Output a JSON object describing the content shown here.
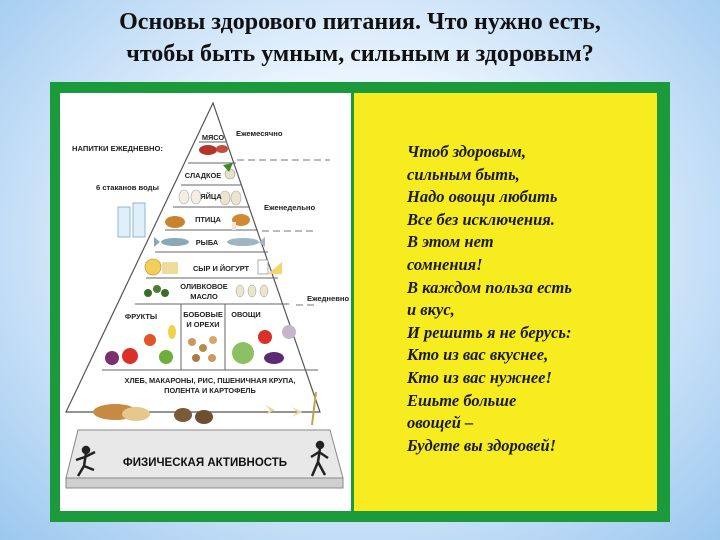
{
  "title": {
    "line1": "Основы здорового питания.  Что нужно есть,",
    "line2": "чтобы быть умным, сильным и здоровым?"
  },
  "pyramid": {
    "drinks_label": "НАПИТКИ ЕЖЕДНЕВНО:",
    "water_label": "6 стаканов воды",
    "freq_monthly": "Ежемесячно",
    "freq_weekly": "Еженедельно",
    "freq_daily": "Ежедневно",
    "tiers": {
      "meat": "МЯСО",
      "sweets": "СЛАДКОЕ",
      "eggs": "ЯЙЦА",
      "poultry": "ПТИЦА",
      "fish": "РЫБА",
      "cheese": "СЫР И ЙОГУРТ",
      "oil_line1": "ОЛИВКОВОЕ",
      "oil_line2": "МАСЛО",
      "fruits": "ФРУКТЫ",
      "legumes_line1": "БОБОВЫЕ",
      "legumes_line2": "И ОРЕХИ",
      "vegetables": "ОВОЩИ",
      "grains_line1": "ХЛЕБ, МАКАРОНЫ, РИС, ПШЕНИЧНАЯ КРУПА,",
      "grains_line2": "ПОЛЕНТА И КАРТОФЕЛЬ",
      "activity": "ФИЗИЧЕСКАЯ АКТИВНОСТЬ"
    }
  },
  "poem": [
    "Чтоб здоровым,",
    "сильным быть,",
    "Надо овощи любить",
    "Все без исключения.",
    "В этом нет",
    "сомнения!",
    "В каждом польза есть",
    "и вкус,",
    "И решить я не берусь:",
    "Кто из вас вкуснее,",
    "Кто из вас нужнее!",
    "Ешьте больше",
    "овощей –",
    "Будете вы здоровей!"
  ]
}
